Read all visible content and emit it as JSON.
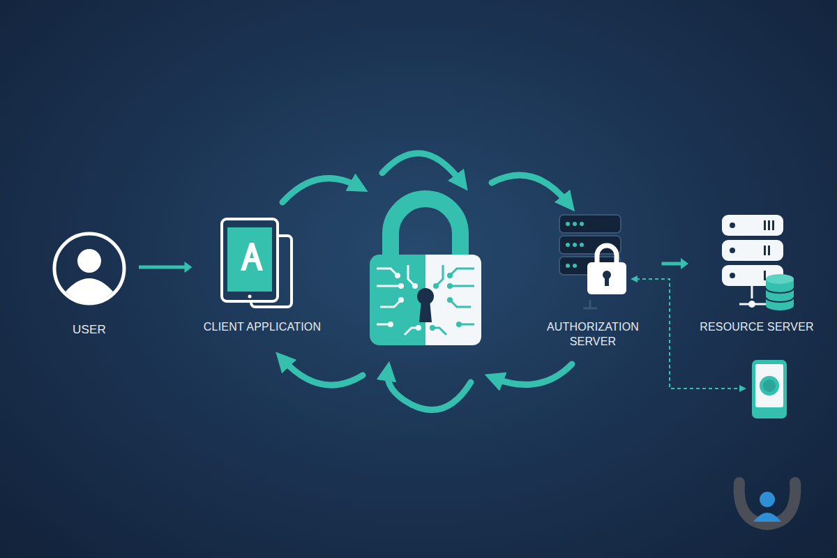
{
  "diagram": {
    "nodes": [
      {
        "text": [
          "USER"
        ]
      },
      {
        "text": [
          "CLIENT APPLICATION"
        ]
      },
      {
        "text": [
          "AUTHORIZATION SERVER"
        ]
      },
      {
        "text": [
          "RESOURCE SERVER"
        ]
      }
    ],
    "edges": [
      {
        "from": 0,
        "to": 1,
        "arrow": "to"
      },
      {
        "from": 2,
        "to": 3,
        "arrow": "to"
      }
    ]
  }
}
